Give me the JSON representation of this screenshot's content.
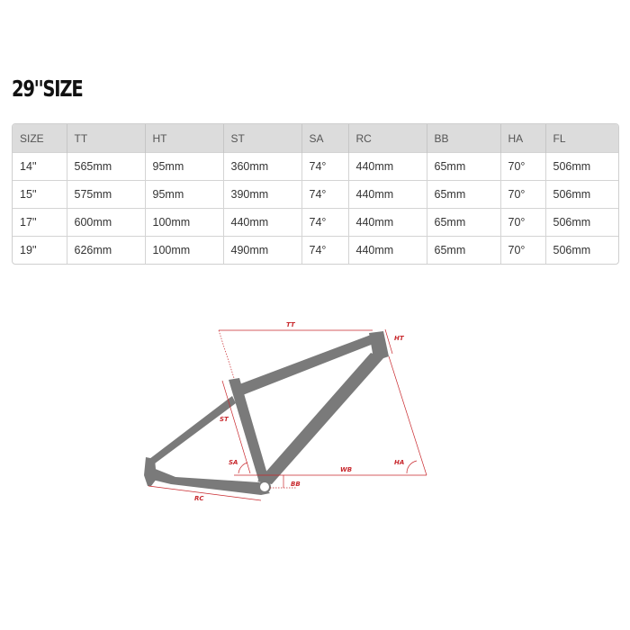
{
  "title": "29''SIZE",
  "table": {
    "headers": [
      "SIZE",
      "TT",
      "HT",
      "ST",
      "SA",
      "RC",
      "BB",
      "HA",
      "FL"
    ],
    "rows": [
      [
        "14''",
        "565mm",
        "95mm",
        "360mm",
        "74°",
        "440mm",
        "65mm",
        "70°",
        "506mm"
      ],
      [
        "15''",
        "575mm",
        "95mm",
        "390mm",
        "74°",
        "440mm",
        "65mm",
        "70°",
        "506mm"
      ],
      [
        "17''",
        "600mm",
        "100mm",
        "440mm",
        "74°",
        "440mm",
        "65mm",
        "70°",
        "506mm"
      ],
      [
        "19''",
        "626mm",
        "100mm",
        "490mm",
        "74°",
        "440mm",
        "65mm",
        "70°",
        "506mm"
      ]
    ]
  },
  "diagram": {
    "labels": {
      "tt": "TT",
      "ht": "HT",
      "st": "ST",
      "sa": "SA",
      "wb": "WB",
      "ha": "HA",
      "bb": "BB",
      "rc": "RC"
    },
    "colors": {
      "frame": "#7a7a7a",
      "dimension": "#c8282d"
    }
  }
}
